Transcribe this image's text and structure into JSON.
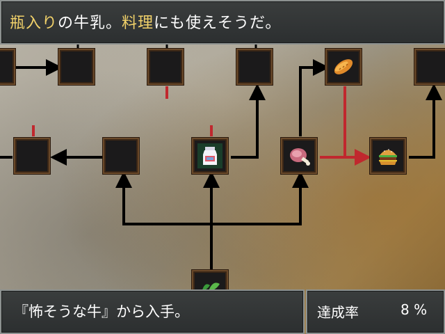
{
  "message": {
    "segments": [
      {
        "text": "瓶入り",
        "highlight": true
      },
      {
        "text": "の牛乳。",
        "highlight": false
      },
      {
        "text": "料理",
        "highlight": true
      },
      {
        "text": "にも使えそうだ。",
        "highlight": false
      }
    ]
  },
  "source": {
    "text": "『怖そうな牛』から入手。"
  },
  "achievement": {
    "label": "達成率",
    "value": "8 %"
  },
  "nodes": [
    {
      "id": "node-r1-1",
      "icon": "unknown"
    },
    {
      "id": "node-r1-2",
      "icon": "unknown"
    },
    {
      "id": "node-r1-3",
      "icon": "unknown"
    },
    {
      "id": "node-r1-4",
      "icon": "bread-icon"
    },
    {
      "id": "node-r1-5",
      "icon": "unknown"
    },
    {
      "id": "node-r2-1",
      "icon": "unknown"
    },
    {
      "id": "node-r2-2",
      "icon": "unknown"
    },
    {
      "id": "node-r2-3",
      "icon": "milk-bottle-icon"
    },
    {
      "id": "node-r2-4",
      "icon": "meat-icon"
    },
    {
      "id": "node-r2-5",
      "icon": "hamburger-icon"
    },
    {
      "id": "node-r3-1",
      "icon": "herb-icon"
    }
  ],
  "colors": {
    "highlight": "#f2d26a",
    "arrow": "#000000",
    "recipe_arrow": "#c0282e"
  }
}
